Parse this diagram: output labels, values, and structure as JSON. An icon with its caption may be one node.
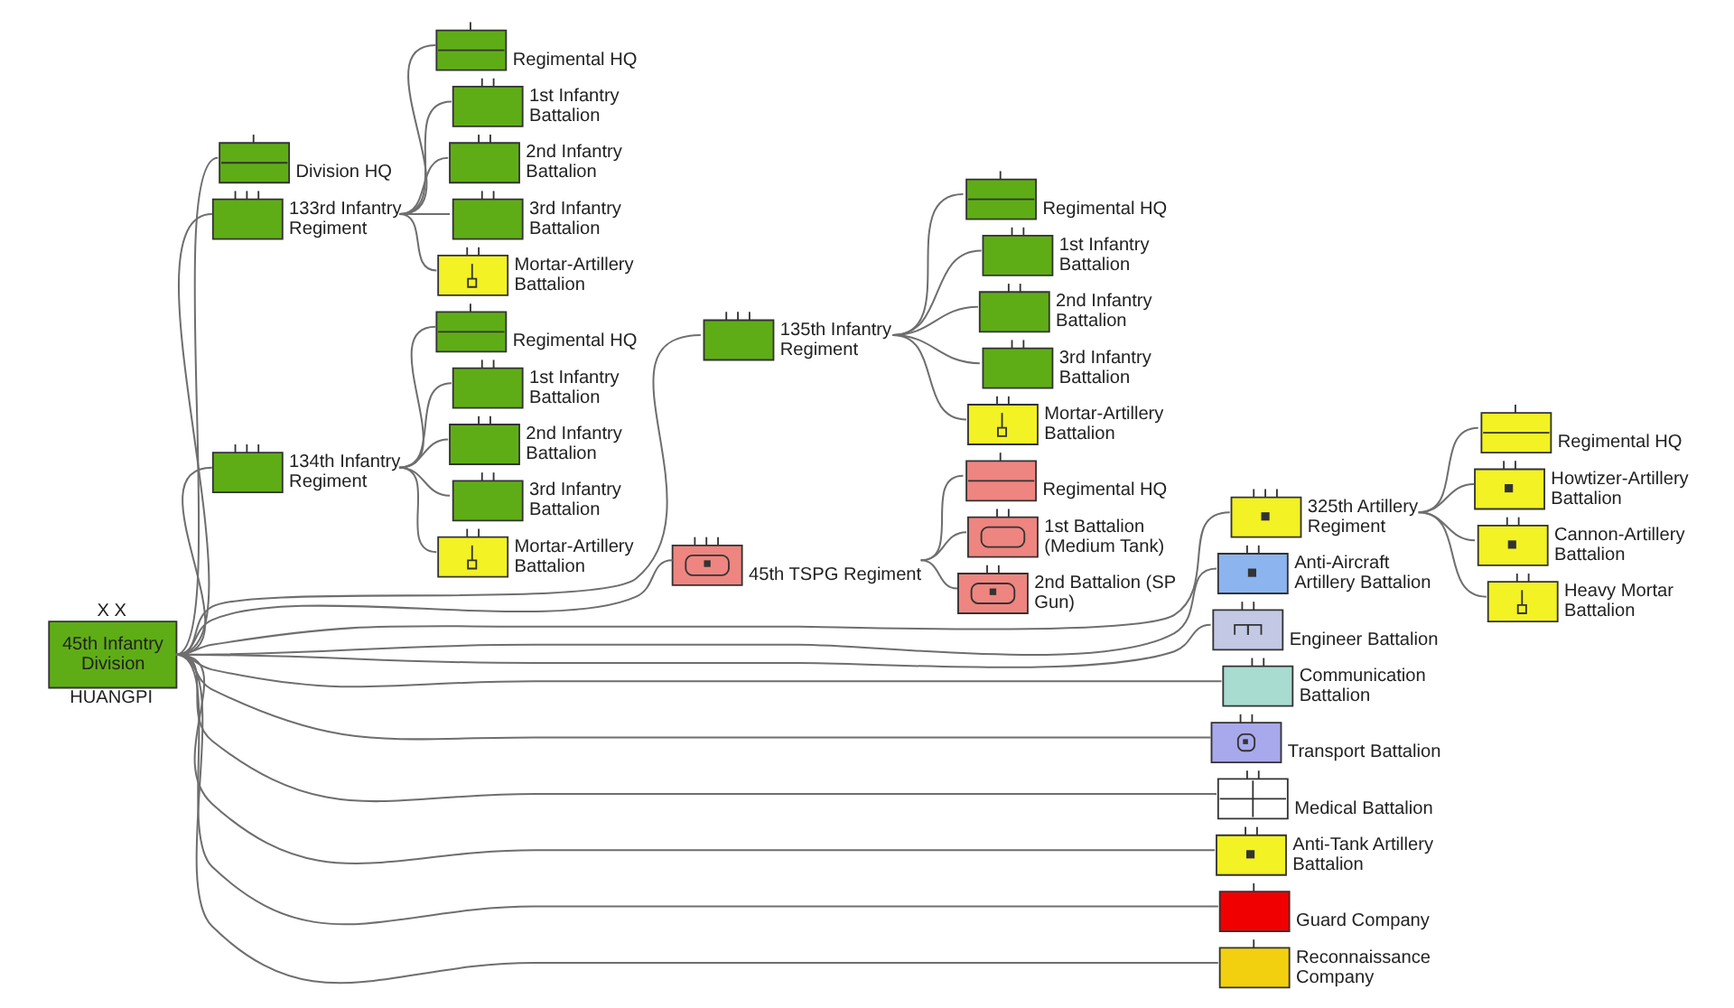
{
  "diagram": {
    "nodes": [
      {
        "text": [
          "45th Infantry Division"
        ],
        "beside": [
          "X X",
          "HUANGPI"
        ]
      },
      {
        "text": [
          "Division HQ"
        ]
      },
      {
        "text": [
          "133rd Infantry Regiment"
        ]
      },
      {
        "text": [
          "Regimental HQ"
        ]
      },
      {
        "text": [
          "1st Infantry Battalion"
        ]
      },
      {
        "text": [
          "2nd Infantry Battalion"
        ]
      },
      {
        "text": [
          "3rd Infantry Battalion"
        ]
      },
      {
        "text": [
          "Mortar-Artillery Battalion"
        ]
      },
      {
        "text": [
          "134th Infantry Regiment"
        ]
      },
      {
        "text": [
          "Regimental HQ"
        ]
      },
      {
        "text": [
          "1st Infantry Battalion"
        ]
      },
      {
        "text": [
          "2nd Infantry Battalion"
        ]
      },
      {
        "text": [
          "3rd Infantry Battalion"
        ]
      },
      {
        "text": [
          "Mortar-Artillery Battalion"
        ]
      },
      {
        "text": [
          "135th Infantry Regiment"
        ]
      },
      {
        "text": [
          "Regimental HQ"
        ]
      },
      {
        "text": [
          "1st Infantry Battalion"
        ]
      },
      {
        "text": [
          "2nd Infantry Battalion"
        ]
      },
      {
        "text": [
          "3rd Infantry Battalion"
        ]
      },
      {
        "text": [
          "Mortar-Artillery Battalion"
        ]
      },
      {
        "text": [
          "45th TSPG Regiment"
        ]
      },
      {
        "text": [
          "Regimental HQ"
        ]
      },
      {
        "text": [
          "1st Battalion (Medium Tank)"
        ]
      },
      {
        "text": [
          "2nd Battalion (SP Gun)"
        ]
      },
      {
        "text": [
          "325th Artillery Regiment"
        ]
      },
      {
        "text": [
          "Regimental HQ"
        ]
      },
      {
        "text": [
          "Howtizer-Artillery Battalion"
        ]
      },
      {
        "text": [
          "Cannon-Artillery Battalion"
        ]
      },
      {
        "text": [
          "Heavy Mortar Battalion"
        ]
      },
      {
        "text": [
          "Anti-Aircraft Artillery Battalion"
        ]
      },
      {
        "text": [
          "Engineer Battalion"
        ]
      },
      {
        "text": [
          "Communication Battalion"
        ]
      },
      {
        "text": [
          "Transport Battalion"
        ]
      },
      {
        "text": [
          "Medical Battalion"
        ]
      },
      {
        "text": [
          "Anti-Tank Artillery Battalion"
        ]
      },
      {
        "text": [
          "Guard Company"
        ]
      },
      {
        "text": [
          "Reconnaissance Company"
        ]
      }
    ],
    "edges": [
      {
        "from": 0,
        "to": 1,
        "arrow": "none"
      },
      {
        "from": 0,
        "to": 2,
        "arrow": "none"
      },
      {
        "from": 2,
        "to": 3,
        "arrow": "none"
      },
      {
        "from": 2,
        "to": 4,
        "arrow": "none"
      },
      {
        "from": 2,
        "to": 5,
        "arrow": "none"
      },
      {
        "from": 2,
        "to": 6,
        "arrow": "none"
      },
      {
        "from": 2,
        "to": 7,
        "arrow": "none"
      },
      {
        "from": 0,
        "to": 8,
        "arrow": "none"
      },
      {
        "from": 8,
        "to": 9,
        "arrow": "none"
      },
      {
        "from": 8,
        "to": 10,
        "arrow": "none"
      },
      {
        "from": 8,
        "to": 11,
        "arrow": "none"
      },
      {
        "from": 8,
        "to": 12,
        "arrow": "none"
      },
      {
        "from": 8,
        "to": 13,
        "arrow": "none"
      },
      {
        "from": 0,
        "to": 14,
        "arrow": "none"
      },
      {
        "from": 14,
        "to": 15,
        "arrow": "none"
      },
      {
        "from": 14,
        "to": 16,
        "arrow": "none"
      },
      {
        "from": 14,
        "to": 17,
        "arrow": "none"
      },
      {
        "from": 14,
        "to": 18,
        "arrow": "none"
      },
      {
        "from": 14,
        "to": 19,
        "arrow": "none"
      },
      {
        "from": 0,
        "to": 20,
        "arrow": "none"
      },
      {
        "from": 20,
        "to": 21,
        "arrow": "none"
      },
      {
        "from": 20,
        "to": 22,
        "arrow": "none"
      },
      {
        "from": 20,
        "to": 23,
        "arrow": "none"
      },
      {
        "from": 0,
        "to": 24,
        "arrow": "none"
      },
      {
        "from": 24,
        "to": 25,
        "arrow": "none"
      },
      {
        "from": 24,
        "to": 26,
        "arrow": "none"
      },
      {
        "from": 24,
        "to": 27,
        "arrow": "none"
      },
      {
        "from": 24,
        "to": 28,
        "arrow": "none"
      },
      {
        "from": 0,
        "to": 29,
        "arrow": "none"
      },
      {
        "from": 0,
        "to": 30,
        "arrow": "none"
      },
      {
        "from": 0,
        "to": 31,
        "arrow": "none"
      },
      {
        "from": 0,
        "to": 32,
        "arrow": "none"
      },
      {
        "from": 0,
        "to": 33,
        "arrow": "none"
      },
      {
        "from": 0,
        "to": 34,
        "arrow": "none"
      },
      {
        "from": 0,
        "to": 35,
        "arrow": "none"
      },
      {
        "from": 0,
        "to": 36,
        "arrow": "none"
      }
    ]
  }
}
